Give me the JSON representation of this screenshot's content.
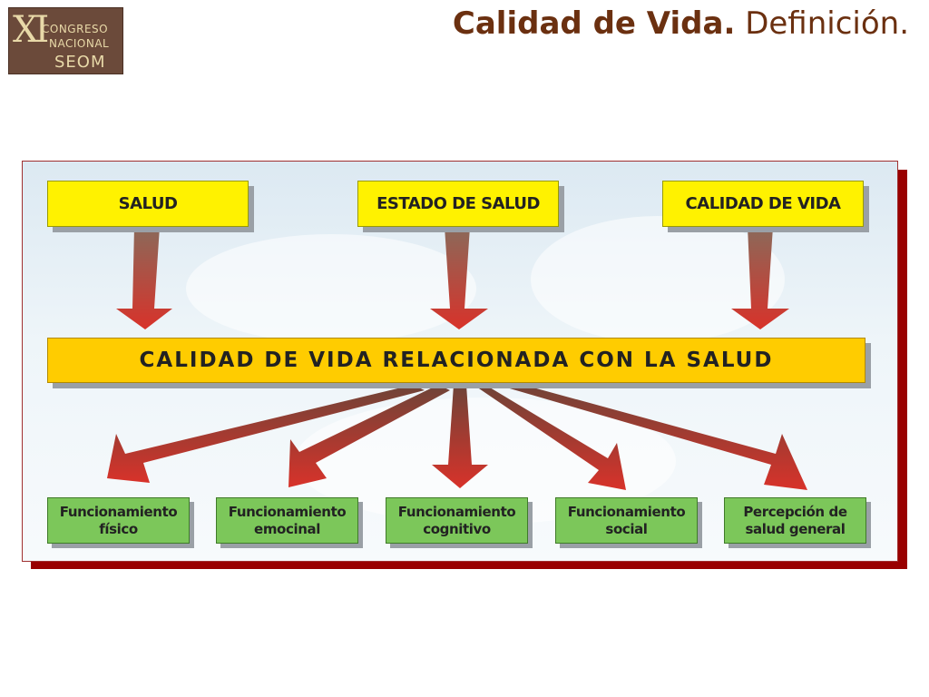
{
  "logo": {
    "roman": "XI",
    "line1": "CONGRESO",
    "line2": "NACIONAL",
    "line3": "SEOM"
  },
  "title": {
    "bold": "Calidad de Vida.",
    "normal": "Definición."
  },
  "diagram": {
    "top_concepts": [
      "SALUD",
      "ESTADO DE SALUD",
      "CALIDAD DE VIDA"
    ],
    "central": "CALIDAD DE VIDA RELACIONADA CON LA SALUD",
    "dimensions": [
      "Funcionamiento físico",
      "Funcionamiento emocinal",
      "Funcionamiento cognitivo",
      "Funcionamiento social",
      "Percepción de salud general"
    ],
    "colors": {
      "top_box": "#fff200",
      "central_box": "#ffcc00",
      "dimension_box": "#7cc75a",
      "arrow": "#c0392b",
      "frame_shadow": "#990000",
      "title": "#6b3010"
    }
  }
}
